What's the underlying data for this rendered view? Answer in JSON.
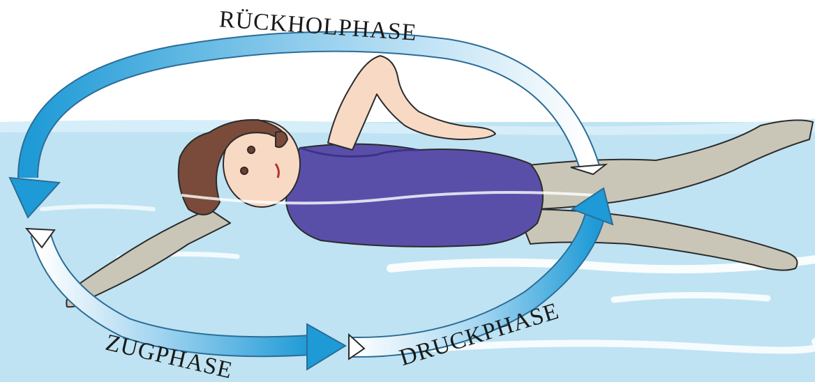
{
  "phases": {
    "recovery": "RÜCKHOLPHASE",
    "pull": "ZUGPHASE",
    "push": "DRUCKPHASE"
  },
  "colors": {
    "water": "#bfe3f3",
    "water_highlight": "#e9f6fc",
    "arrow_blue": "#1e9ad6",
    "arrow_light": "#d9eef9",
    "swimsuit": "#5a4fa8",
    "skin": "#f8d9c4",
    "skin_submerged": "#c9c6b8",
    "hair": "#7a4b3a",
    "outline": "#2b2b2b"
  }
}
